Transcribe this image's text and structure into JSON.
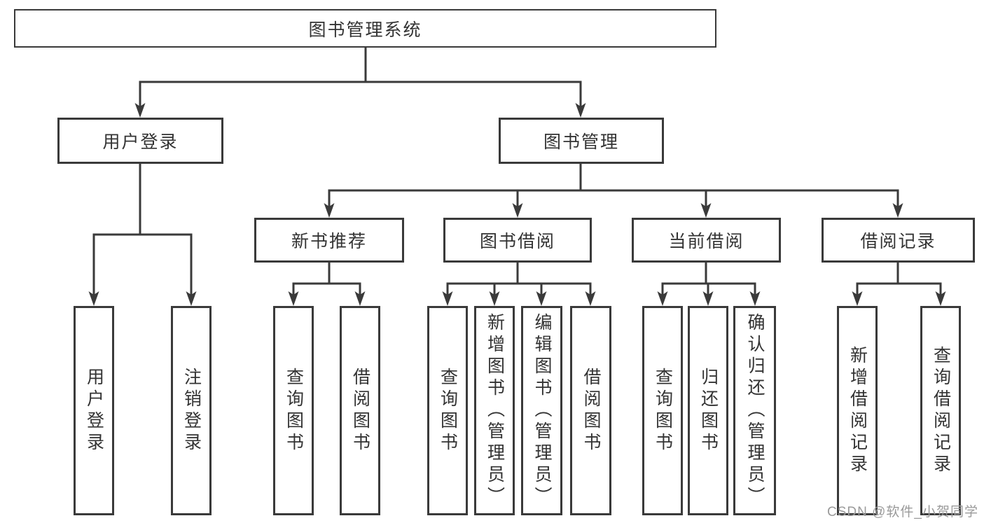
{
  "colors": {
    "line": "#3a3a3a",
    "box_border": "#3a3a3a",
    "text": "#333333",
    "background": "#ffffff",
    "watermark": "#9a9a9a"
  },
  "watermark": {
    "text": "CSDN @软件_小贺同学"
  },
  "tree": {
    "root": {
      "label": "图书管理系统",
      "children": [
        {
          "label": "用户登录",
          "children": [
            {
              "label": "用户登录"
            },
            {
              "label": "注销登录"
            }
          ]
        },
        {
          "label": "图书管理",
          "children": [
            {
              "label": "新书推荐",
              "children": [
                {
                  "label": "查询图书"
                },
                {
                  "label": "借阅图书"
                }
              ]
            },
            {
              "label": "图书借阅",
              "children": [
                {
                  "label": "查询图书"
                },
                {
                  "label": "新增图书（管理员）"
                },
                {
                  "label": "编辑图书（管理员）"
                },
                {
                  "label": "借阅图书"
                }
              ]
            },
            {
              "label": "当前借阅",
              "children": [
                {
                  "label": "查询图书"
                },
                {
                  "label": "归还图书"
                },
                {
                  "label": "确认归还（管理员）"
                }
              ]
            },
            {
              "label": "借阅记录",
              "children": [
                {
                  "label": "新增借阅记录"
                },
                {
                  "label": "查询借阅记录"
                }
              ]
            }
          ]
        }
      ]
    }
  }
}
